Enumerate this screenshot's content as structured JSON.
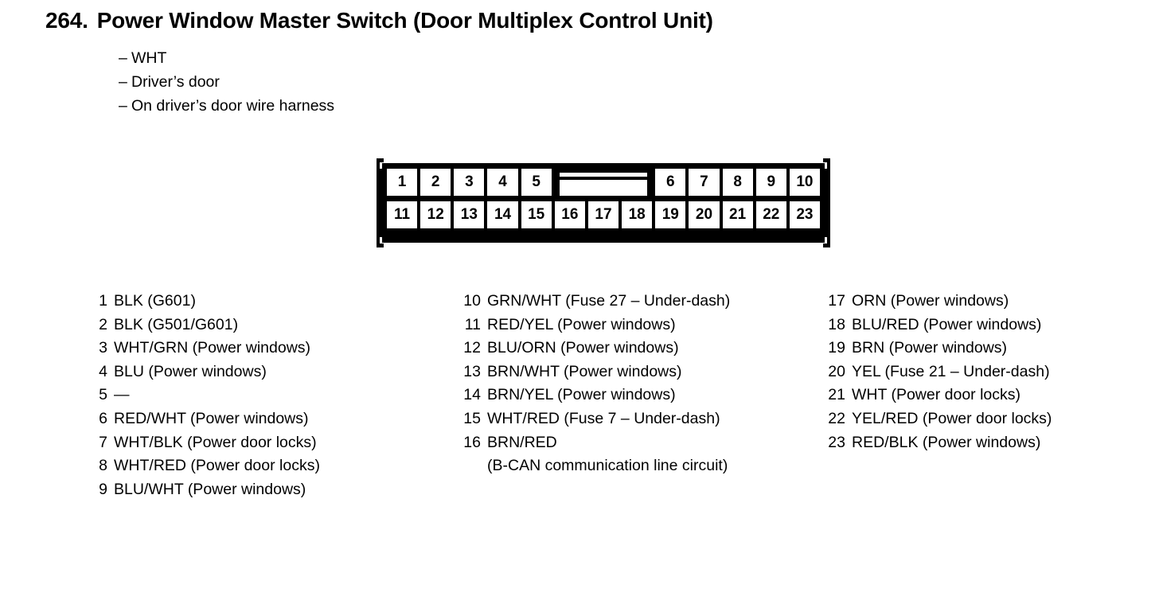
{
  "header": {
    "number": "264.",
    "title": "Power Window Master Switch (Door Multiplex Control Unit)",
    "dash": "–",
    "notes": [
      "WHT",
      "Driver’s door",
      "On driver’s door wire harness"
    ]
  },
  "connector": {
    "name": "23-pin connector pinout diagram",
    "top_row": [
      "1",
      "2",
      "3",
      "4",
      "5",
      "6",
      "7",
      "8",
      "9",
      "10"
    ],
    "bottom_row": [
      "11",
      "12",
      "13",
      "14",
      "15",
      "16",
      "17",
      "18",
      "19",
      "20",
      "21",
      "22",
      "23"
    ],
    "key_slot_label": "alignment key slot"
  },
  "legend": {
    "column_1": [
      {
        "pin": "1",
        "label": "BLK (G601)"
      },
      {
        "pin": "2",
        "label": "BLK (G501/G601)"
      },
      {
        "pin": "3",
        "label": "WHT/GRN (Power windows)"
      },
      {
        "pin": "4",
        "label": "BLU (Power windows)"
      },
      {
        "pin": "5",
        "label": "—"
      },
      {
        "pin": "6",
        "label": "RED/WHT (Power windows)"
      },
      {
        "pin": "7",
        "label": "WHT/BLK (Power door locks)"
      },
      {
        "pin": "8",
        "label": "WHT/RED (Power door locks)"
      },
      {
        "pin": "9",
        "label": "BLU/WHT (Power windows)"
      }
    ],
    "column_2": [
      {
        "pin": "10",
        "label": "GRN/WHT (Fuse 27 – Under-dash)"
      },
      {
        "pin": "11",
        "label": "RED/YEL (Power windows)"
      },
      {
        "pin": "12",
        "label": "BLU/ORN (Power windows)"
      },
      {
        "pin": "13",
        "label": "BRN/WHT (Power windows)"
      },
      {
        "pin": "14",
        "label": "BRN/YEL (Power windows)"
      },
      {
        "pin": "15",
        "label": "WHT/RED (Fuse 7 – Under-dash)"
      },
      {
        "pin": "16",
        "label": "BRN/RED",
        "continuation": "(B-CAN communication line circuit)"
      }
    ],
    "column_3": [
      {
        "pin": "17",
        "label": "ORN (Power windows)"
      },
      {
        "pin": "18",
        "label": "BLU/RED (Power windows)"
      },
      {
        "pin": "19",
        "label": "BRN (Power windows)"
      },
      {
        "pin": "20",
        "label": "YEL (Fuse 21 – Under-dash)"
      },
      {
        "pin": "21",
        "label": "WHT (Power door locks)"
      },
      {
        "pin": "22",
        "label": "YEL/RED (Power door locks)"
      },
      {
        "pin": "23",
        "label": "RED/BLK (Power windows)"
      }
    ]
  },
  "colors": {
    "ink": "#000000",
    "paper": "#ffffff"
  }
}
